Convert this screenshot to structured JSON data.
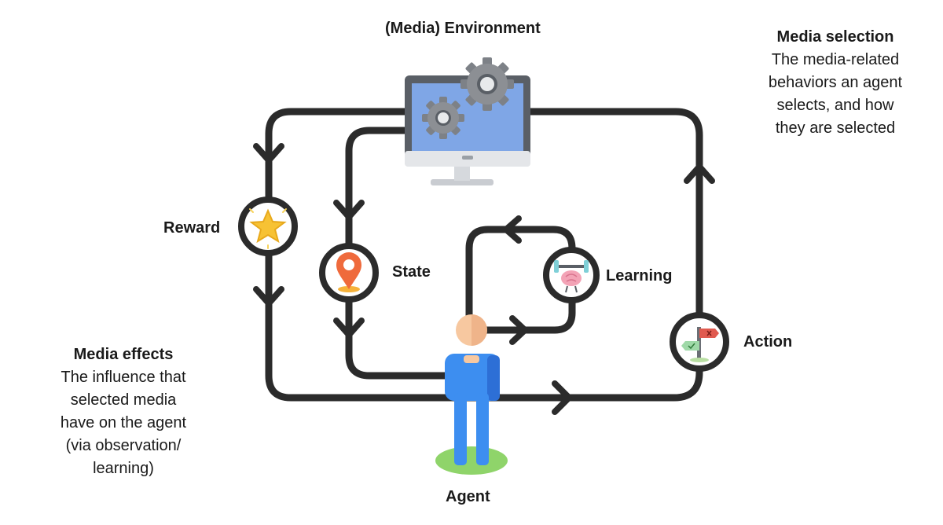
{
  "title": "(Media) Environment",
  "nodes": {
    "reward": "Reward",
    "state": "State",
    "learning": "Learning",
    "action": "Action",
    "agent": "Agent"
  },
  "media_selection": {
    "heading": "Media selection",
    "text": "The media-related\nbehaviors an agent\nselects, and how\nthey are selected"
  },
  "media_effects": {
    "heading": "Media effects",
    "text": "The influence that\nselected media\nhave on the agent\n(via observation/\nlearning)"
  },
  "colors": {
    "line": "#2b2b2b",
    "screen": "#7fa6e6",
    "monitor_frame": "#5a5f66",
    "gear": "#8c8f94",
    "agent_body": "#3d8ef0",
    "agent_head": "#f7c8a0",
    "ground": "#8fd46a",
    "star": "#f7c234",
    "pin": "#ef6a3c"
  },
  "icons": {
    "environment": "computer-gears-icon",
    "reward": "star-icon",
    "state": "location-pin-icon",
    "learning": "brain-weightlifting-icon",
    "action": "signpost-icon",
    "agent": "person-icon"
  }
}
